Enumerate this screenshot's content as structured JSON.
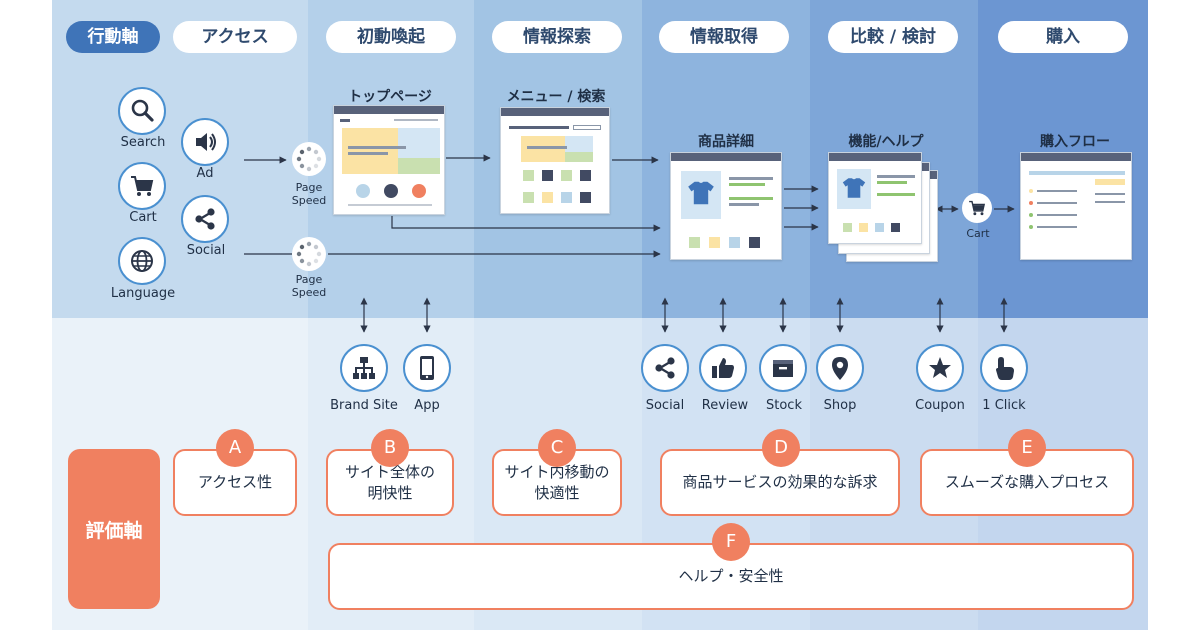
{
  "behavior_axis": {
    "label": "行動軸"
  },
  "stages": [
    {
      "label": "アクセス"
    },
    {
      "label": "初動喚起"
    },
    {
      "label": "情報探索"
    },
    {
      "label": "情報取得"
    },
    {
      "label": "比較 / 検討"
    },
    {
      "label": "購入"
    }
  ],
  "access_icons": {
    "search": "Search",
    "ad": "Ad",
    "cart": "Cart",
    "social": "Social",
    "language": "Language"
  },
  "page_speed": [
    "Page\nSpeed",
    "Page\nSpeed"
  ],
  "screens": {
    "top": "トップページ",
    "menu": "メニュー / 検索",
    "product": "商品詳細",
    "help": "機能/ヘルプ",
    "purchase": "購入フロー"
  },
  "cart_label": "Cart",
  "channels": [
    {
      "label": "Brand Site",
      "icon": "sitemap-icon"
    },
    {
      "label": "App",
      "icon": "smartphone-icon"
    },
    {
      "label": "Social",
      "icon": "share-icon"
    },
    {
      "label": "Review",
      "icon": "thumbs-up-icon"
    },
    {
      "label": "Stock",
      "icon": "box-icon"
    },
    {
      "label": "Shop",
      "icon": "map-pin-icon"
    },
    {
      "label": "Coupon",
      "icon": "star-icon"
    },
    {
      "label": "1 Click",
      "icon": "pointer-hand-icon"
    }
  ],
  "evaluation_axis": {
    "label": "評価軸"
  },
  "evaluations": [
    {
      "badge": "A",
      "label": "アクセス性"
    },
    {
      "badge": "B",
      "label": "サイト全体の\n明快性"
    },
    {
      "badge": "C",
      "label": "サイト内移動の\n快適性"
    },
    {
      "badge": "D",
      "label": "商品サービスの効果的な訴求"
    },
    {
      "badge": "E",
      "label": "スムーズな購入プロセス"
    },
    {
      "badge": "F",
      "label": "ヘルプ・安全性"
    }
  ],
  "colors": {
    "accent_orange": "#f08060",
    "icon_blue": "#4a90d0",
    "axis_blue": "#3f74b8"
  }
}
